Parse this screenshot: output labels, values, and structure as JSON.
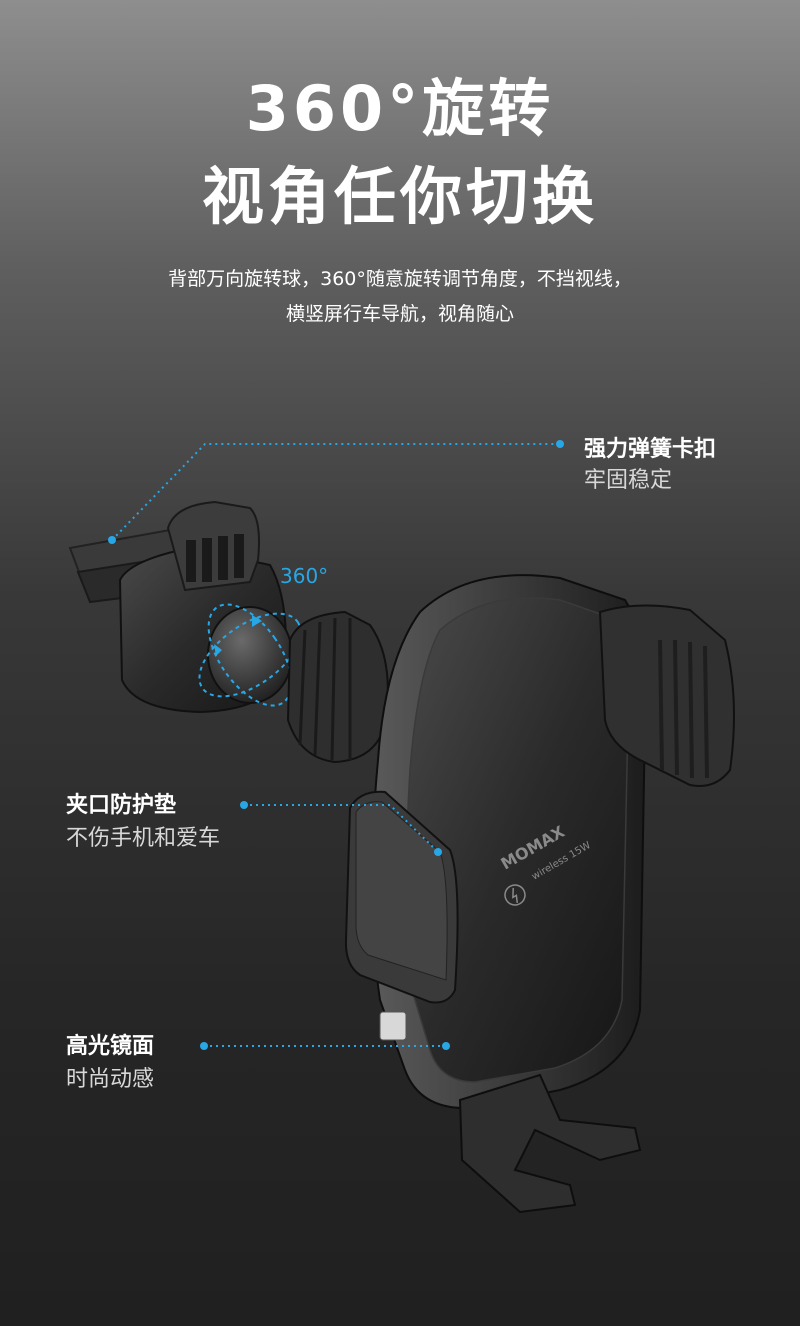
{
  "headline": {
    "line1": "360°旋转",
    "line2": "视角任你切换"
  },
  "subtitle": {
    "line1": "背部万向旋转球，360°随意旋转调节角度，不挡视线，",
    "line2": "横竖屏行车导航，视角随心"
  },
  "rotation_label": "360°",
  "callouts": [
    {
      "title": "强力弹簧卡扣",
      "subtitle": "牢固稳定"
    },
    {
      "title": "夹口防护垫",
      "subtitle": "不伤手机和爱车"
    },
    {
      "title": "高光镜面",
      "subtitle": "时尚动感"
    }
  ],
  "product": {
    "brand_text": "MOMAX",
    "badge_text": "wireless 15W",
    "icon": "wireless-charging-icon"
  },
  "colors": {
    "accent": "#28a7e6",
    "heading": "#ffffff",
    "background_top": "#8e8e8e",
    "background_bottom": "#202020"
  }
}
